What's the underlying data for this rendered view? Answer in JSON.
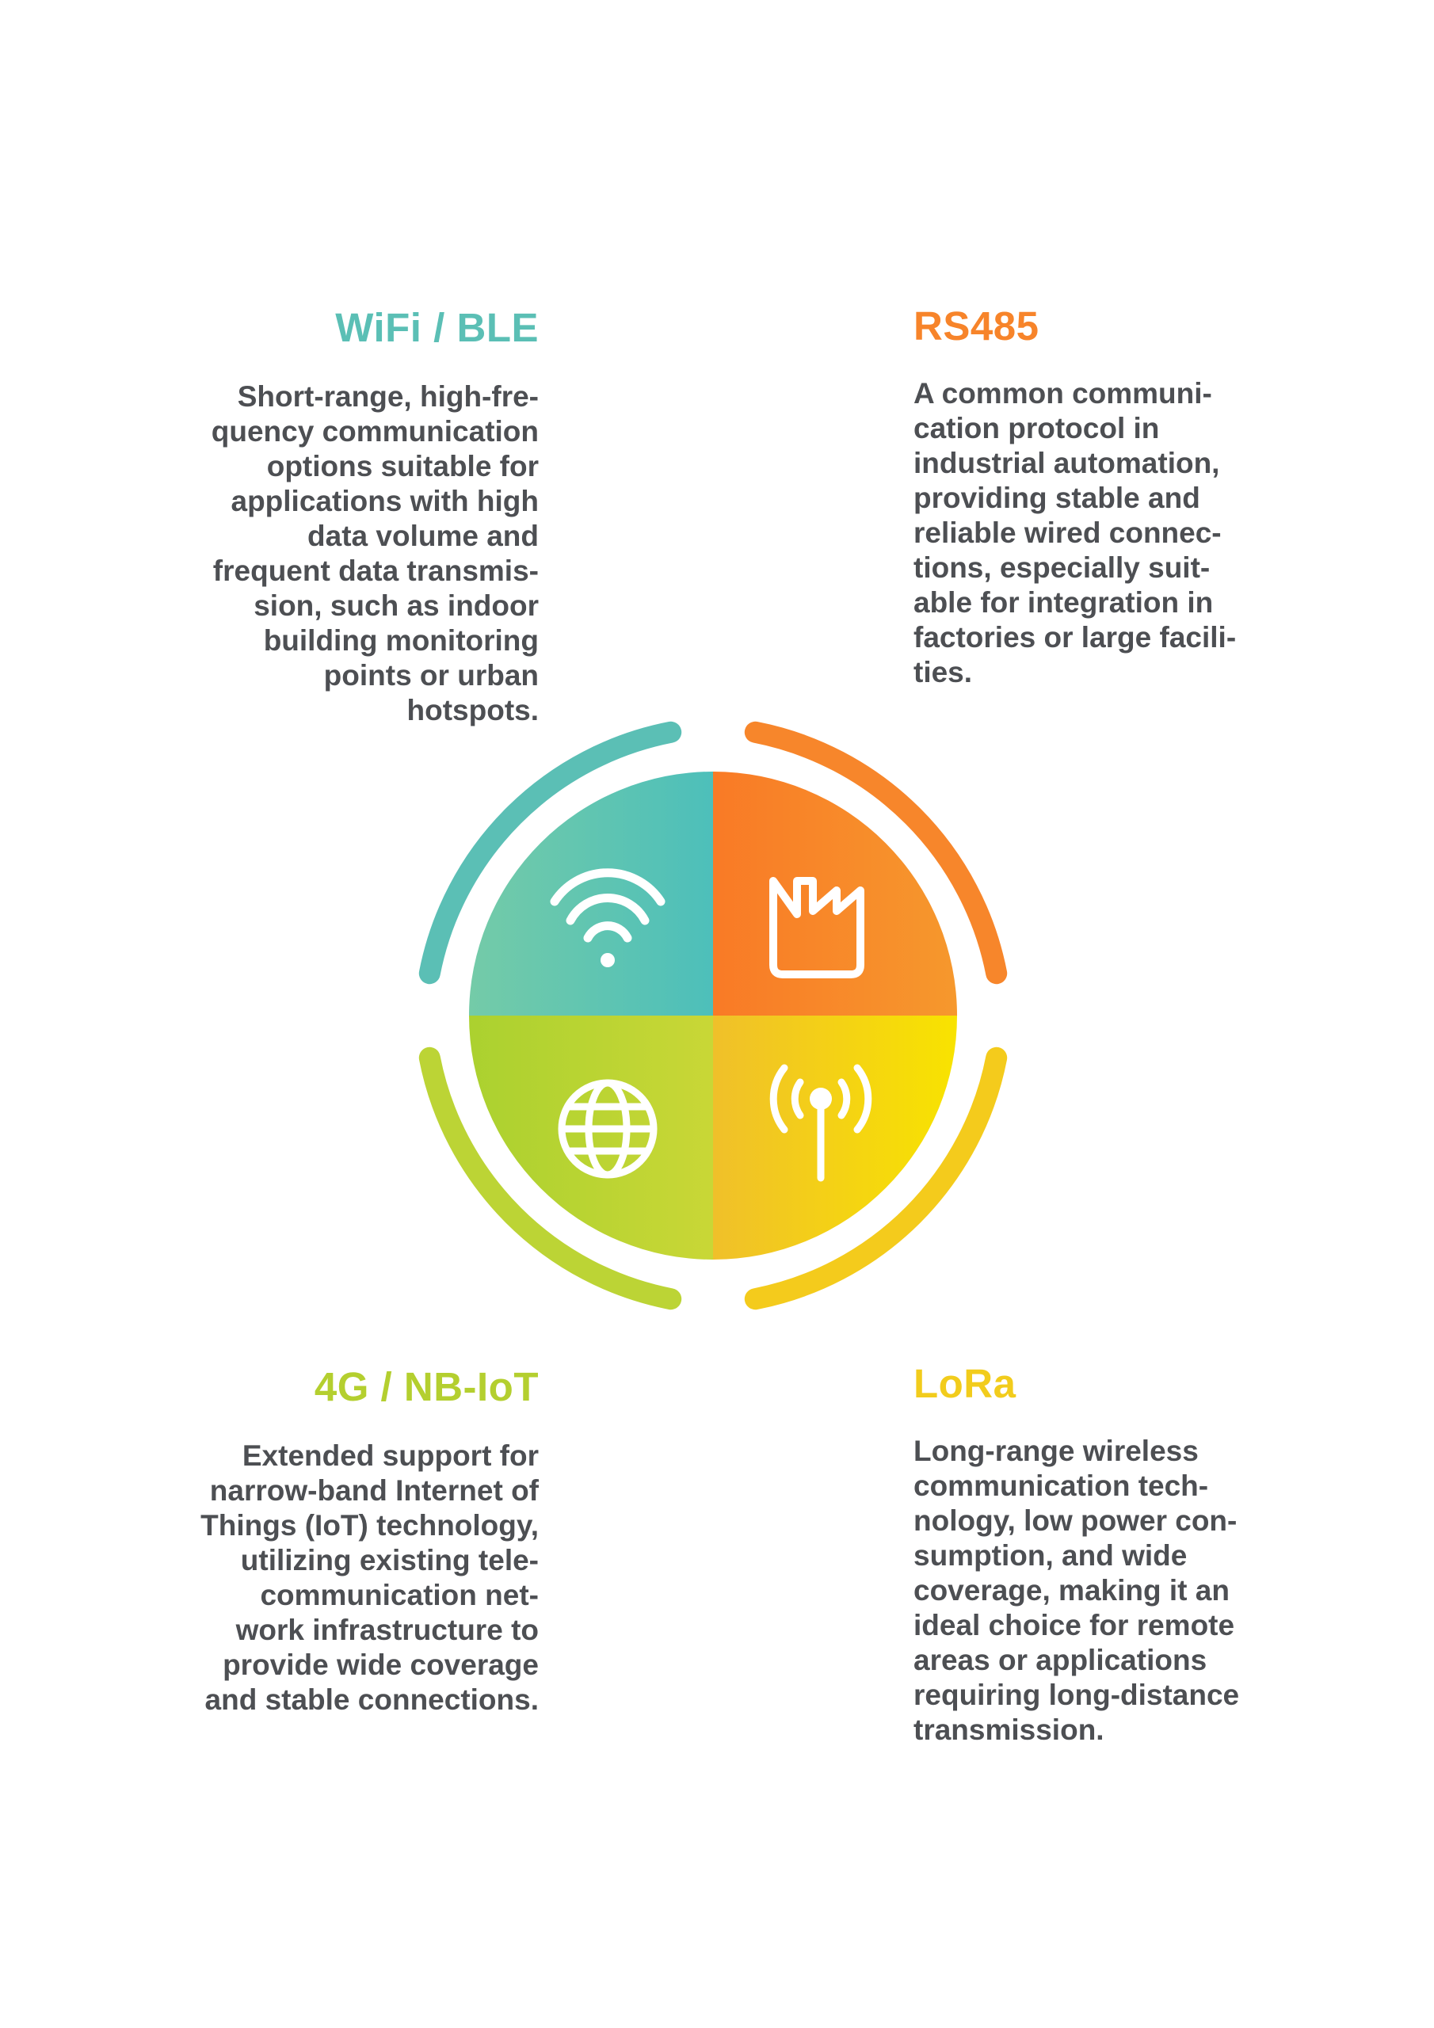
{
  "sections": [
    {
      "id": "wifi",
      "title": "WiFi / BLE",
      "body": "Short-range, high-fre-\nquency communication\noptions suitable for\napplications with high\ndata volume and\nfrequent data transmis-\nsion, such as indoor\nbuilding monitoring\npoints or urban\nhotspots.",
      "color": "#5bbfb5",
      "icon": "wifi-icon"
    },
    {
      "id": "rs485",
      "title": "RS485",
      "body": "A common communi-\ncation protocol in\nindustrial automation,\nproviding stable and\nreliable wired connec-\ntions, especially suit-\nable for integration in\nfactories or large facili-\nties.",
      "color": "#f7842a",
      "icon": "factory-icon"
    },
    {
      "id": "cellular",
      "title": "4G / NB-IoT",
      "body": "Extended support for\nnarrow-band Internet of\nThings (IoT) technology,\nutilizing existing tele-\ncommunication net-\nwork infrastructure to\nprovide wide coverage\nand stable connections.",
      "color": "#b4cf2f",
      "icon": "globe-icon"
    },
    {
      "id": "lora",
      "title": "LoRa",
      "body": "Long-range wireless\ncommunication tech-\nnology, low power con-\nsumption, and wide\ncoverage, making it an\nideal choice for remote\nareas or applications\nrequiring long-distance\ntransmission.",
      "color": "#f2cc1c",
      "icon": "antenna-icon"
    }
  ]
}
